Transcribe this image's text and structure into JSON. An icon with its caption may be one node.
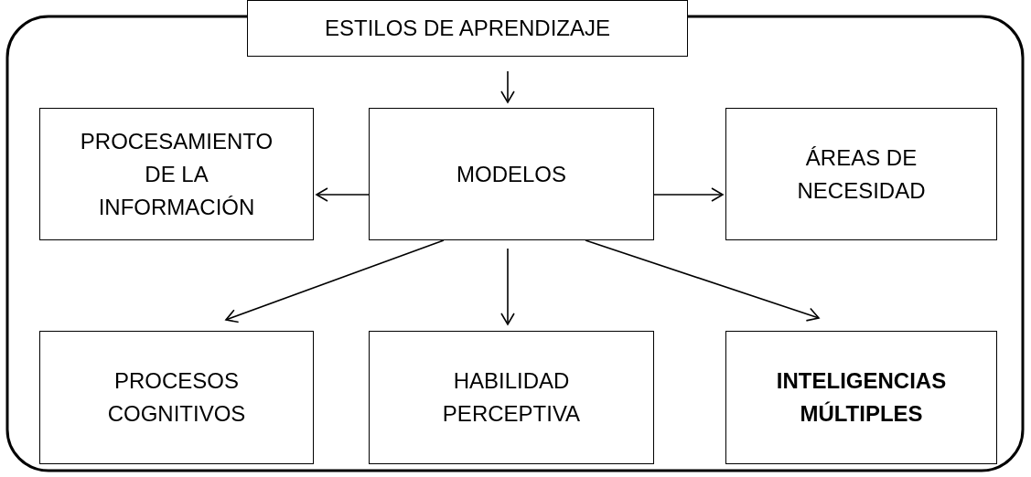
{
  "diagram": {
    "nodes": [
      {
        "text": [
          "ESTILOS DE APRENDIZAJE"
        ]
      },
      {
        "text": [
          "PROCESAMIENTO DE LA INFORMACIÓN"
        ]
      },
      {
        "text": [
          "MODELOS"
        ]
      },
      {
        "text": [
          "ÁREAS DE NECESIDAD"
        ]
      },
      {
        "text": [
          "PROCESOS COGNITIVOS"
        ]
      },
      {
        "text": [
          "HABILIDAD PERCEPTIVA"
        ]
      },
      {
        "text": [
          "INTELIGENCIAS MÚLTIPLES"
        ]
      }
    ],
    "edges": [
      {
        "from": 0,
        "to": 2,
        "arrow": "to"
      },
      {
        "from": 2,
        "to": 1,
        "arrow": "to"
      },
      {
        "from": 2,
        "to": 3,
        "arrow": "to"
      },
      {
        "from": 2,
        "to": 4,
        "arrow": "to"
      },
      {
        "from": 2,
        "to": 5,
        "arrow": "to"
      },
      {
        "from": 2,
        "to": 6,
        "arrow": "to"
      }
    ]
  }
}
